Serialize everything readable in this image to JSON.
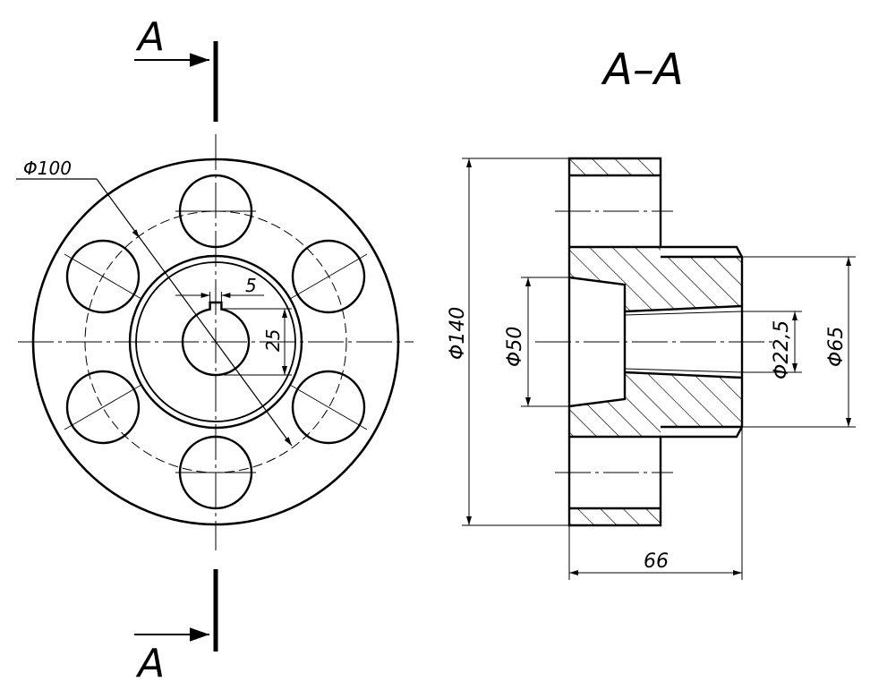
{
  "section_labels": {
    "cut_top": "A",
    "cut_bottom": "A",
    "section_title": "A–A"
  },
  "front_view_dimensions": {
    "bolt_circle": "Φ100",
    "keyway_width": "5",
    "bore_to_key": "25"
  },
  "section_view_dimensions": {
    "flange_diameter": "Φ140",
    "counterbore": "Φ50",
    "bore": "Φ22,5",
    "hub_diameter": "Φ65",
    "length": "66"
  }
}
